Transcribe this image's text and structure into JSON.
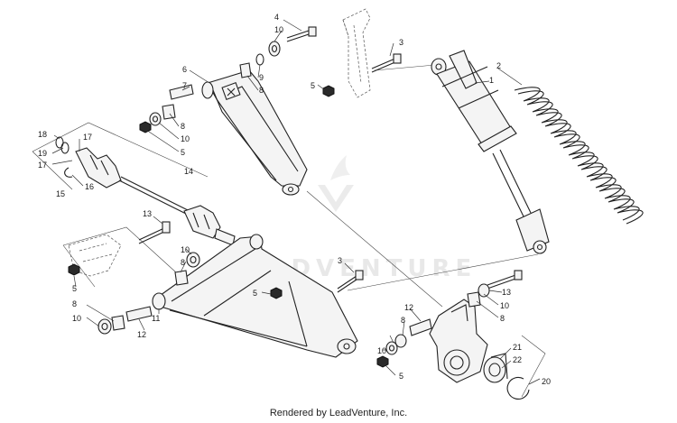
{
  "diagram": {
    "watermark": "LEADVENTURE",
    "footer": "Rendered by LeadVenture, Inc.",
    "callouts": [
      {
        "id": "c4a",
        "text": "4"
      },
      {
        "id": "c10a",
        "text": "10"
      },
      {
        "id": "c3a",
        "text": "3"
      },
      {
        "id": "c5a",
        "text": "5"
      },
      {
        "id": "c6",
        "text": "6"
      },
      {
        "id": "c9",
        "text": "9"
      },
      {
        "id": "c8a",
        "text": "8"
      },
      {
        "id": "c7",
        "text": "7"
      },
      {
        "id": "c8b",
        "text": "8"
      },
      {
        "id": "c10b",
        "text": "10"
      },
      {
        "id": "c5b",
        "text": "5"
      },
      {
        "id": "c2",
        "text": "2"
      },
      {
        "id": "c1",
        "text": "1"
      },
      {
        "id": "c18",
        "text": "18"
      },
      {
        "id": "c19",
        "text": "19"
      },
      {
        "id": "c17a",
        "text": "17"
      },
      {
        "id": "c17b",
        "text": "17"
      },
      {
        "id": "c16",
        "text": "16"
      },
      {
        "id": "c15",
        "text": "15"
      },
      {
        "id": "c14",
        "text": "14"
      },
      {
        "id": "c13a",
        "text": "13"
      },
      {
        "id": "c10c",
        "text": "10"
      },
      {
        "id": "c8c",
        "text": "8"
      },
      {
        "id": "c5c",
        "text": "5"
      },
      {
        "id": "c3b",
        "text": "3"
      },
      {
        "id": "c5d",
        "text": "5"
      },
      {
        "id": "c8d",
        "text": "8"
      },
      {
        "id": "c10d",
        "text": "10"
      },
      {
        "id": "c11",
        "text": "11"
      },
      {
        "id": "c12a",
        "text": "12"
      },
      {
        "id": "c12b",
        "text": "12"
      },
      {
        "id": "c8e",
        "text": "8"
      },
      {
        "id": "c10e",
        "text": "10"
      },
      {
        "id": "c5e",
        "text": "5"
      },
      {
        "id": "c13b",
        "text": "13"
      },
      {
        "id": "c10f",
        "text": "10"
      },
      {
        "id": "c8f",
        "text": "8"
      },
      {
        "id": "c21",
        "text": "21"
      },
      {
        "id": "c22",
        "text": "22"
      },
      {
        "id": "c20",
        "text": "20"
      }
    ]
  }
}
